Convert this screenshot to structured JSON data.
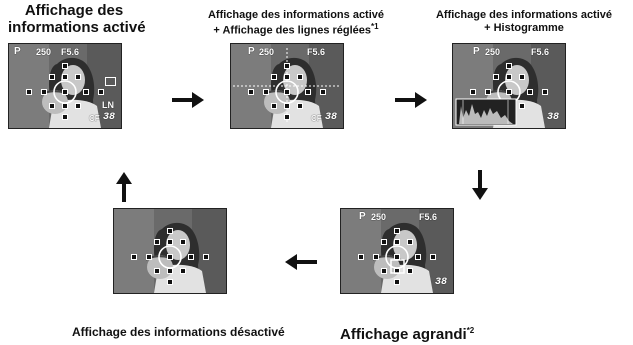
{
  "panels": {
    "top_left": {
      "caption_line1": "Affichage des",
      "caption_line2": "informations activé",
      "mode": "P",
      "shutter": "250",
      "aperture": "F5.6",
      "quality": "LN",
      "card": "CF",
      "frames": "38"
    },
    "top_middle": {
      "caption_line1": "Affichage des informations activé",
      "caption_line2": "+ Affichage des lignes réglées",
      "caption_note": "*1",
      "mode": "P",
      "shutter": "250",
      "aperture": "F5.6",
      "card": "CF",
      "frames": "38"
    },
    "top_right": {
      "caption_line1": "Affichage des informations activé",
      "caption_line2": "+ Histogramme",
      "mode": "P",
      "shutter": "250",
      "aperture": "F5.6",
      "frames": "38"
    },
    "bottom_right": {
      "caption": "Affichage agrandi",
      "caption_note": "*2",
      "mode": "P",
      "shutter": "250",
      "aperture": "F5.6",
      "frames": "38"
    },
    "bottom_left": {
      "caption": "Affichage des informations désactivé"
    }
  },
  "colors": {
    "arrow": "#111111",
    "overlay_text": "#ffffff",
    "af_points": "#ffffff"
  }
}
